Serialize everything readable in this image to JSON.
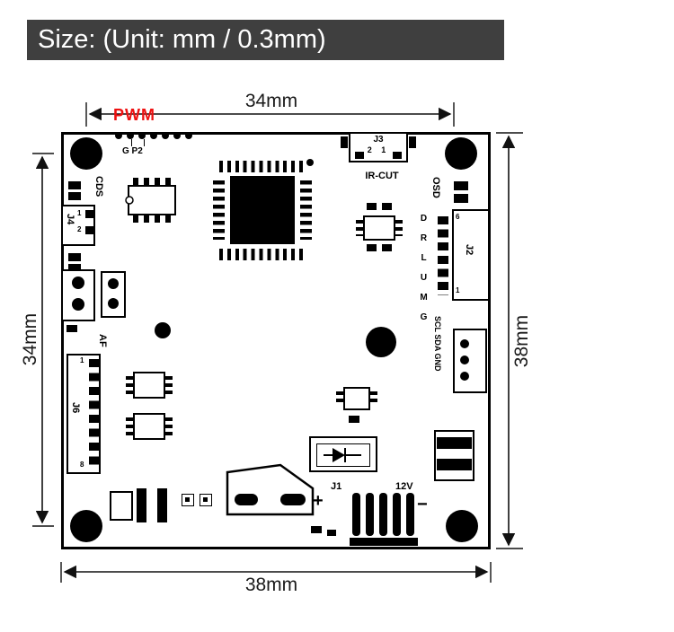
{
  "header": {
    "title": "Size: (Unit: mm / 0.3mm)",
    "bg_color": "#3f3f3f",
    "text_color": "#ffffff"
  },
  "dimensions": {
    "top": "34mm",
    "left": "34mm",
    "right": "38mm",
    "bottom": "38mm"
  },
  "board": {
    "pwm": "PWM",
    "pwm_color": "#ee1111",
    "gp2": "G P2",
    "cds": "CDS",
    "j4": "J4",
    "j4_pin_top": "1",
    "j4_pin_bottom": "2",
    "j3": "J3",
    "j3_pins": "2 1",
    "ircut": "IR-CUT",
    "osd": "OSD",
    "j2": "J2",
    "j2_pin_top": "6",
    "j2_pin_bottom": "1",
    "gpio_letters": "D R L U M G",
    "i2c_labels": "SCL SDA GND",
    "af": "AF",
    "j6": "J6",
    "j6_pin_top": "1",
    "j6_pin_bottom": "8",
    "j1": "J1",
    "power": "12V",
    "plus": "+",
    "minus": "−"
  }
}
